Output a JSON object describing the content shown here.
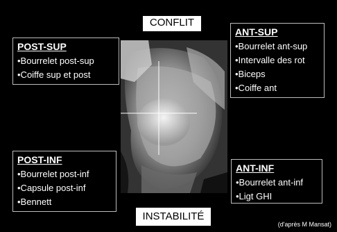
{
  "labels": {
    "top": "CONFLIT",
    "bottom": "INSTABILITÉ"
  },
  "zones": {
    "post_sup": {
      "title": "POST-SUP",
      "items": [
        "•Bourrelet post-sup",
        "•Coiffe sup et post"
      ]
    },
    "ant_sup": {
      "title": "ANT-SUP",
      "items": [
        "•Bourrelet ant-sup",
        "•Intervalle des rot",
        "•Biceps",
        "•Coiffe ant"
      ]
    },
    "post_inf": {
      "title": "POST-INF",
      "items": [
        "•Bourrelet post-inf",
        "•Capsule post-inf",
        "•Bennett"
      ]
    },
    "ant_inf": {
      "title": "ANT-INF",
      "items": [
        "•Bourrelet ant-inf",
        "•Ligt GHI"
      ]
    }
  },
  "credit": "(d'après M Mansat)",
  "colors": {
    "background": "#000000",
    "text": "#ffffff",
    "border": "#bdbdbd"
  }
}
